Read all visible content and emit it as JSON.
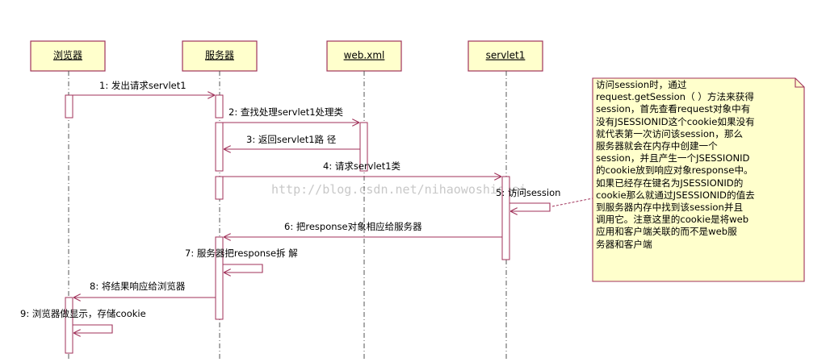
{
  "participants": [
    {
      "id": "browser",
      "label": "浏览器"
    },
    {
      "id": "server",
      "label": "服务器"
    },
    {
      "id": "webxml",
      "label": "web.xml"
    },
    {
      "id": "servlet1",
      "label": "servlet1"
    }
  ],
  "messages": [
    {
      "id": "m1",
      "label": "1: 发出请求servlet1"
    },
    {
      "id": "m2",
      "label": "2: 查找处理servlet1处理类"
    },
    {
      "id": "m3",
      "label": "3: 返回servlet1路 径"
    },
    {
      "id": "m4",
      "label": "4: 请求servlet1类"
    },
    {
      "id": "m5",
      "label": "5: 访问session"
    },
    {
      "id": "m6",
      "label": "6: 把response对象相应给服务器"
    },
    {
      "id": "m7",
      "label": "7: 服务器把response拆 解"
    },
    {
      "id": "m8",
      "label": "8: 将结果响应给浏览器"
    },
    {
      "id": "m9",
      "label": "9: 浏览器做显示，存储cookie"
    }
  ],
  "note": {
    "lines": [
      "访问session时，通过",
      "request.getSession（ ）方法来获得",
      "session，首先查看request对象中有",
      "没有JSESSIONID这个cookie如果没有",
      "就代表第一次访问该session，那么",
      "服务器就会在内存中创建一个",
      "session，并且产生一个JSESSIONID",
      "的cookie放到响应对象response中。",
      "如果已经存在键名为JSESSIONID的",
      "cookie那么就通过JSESSIONID的值去",
      "到服务器内存中找到该session并且",
      "调用它。注意这里的cookie是将web",
      "应用和客户端关联的而不是web服",
      "务器和客户端"
    ]
  },
  "watermark": "http://blog.csdn.net/nihaowoshishei",
  "colors": {
    "box_fill": "#ffffcc",
    "box_stroke": "#a0325a",
    "message_line": "#a0325a",
    "lifeline": "#555555",
    "note_fill": "#ffffcc"
  }
}
